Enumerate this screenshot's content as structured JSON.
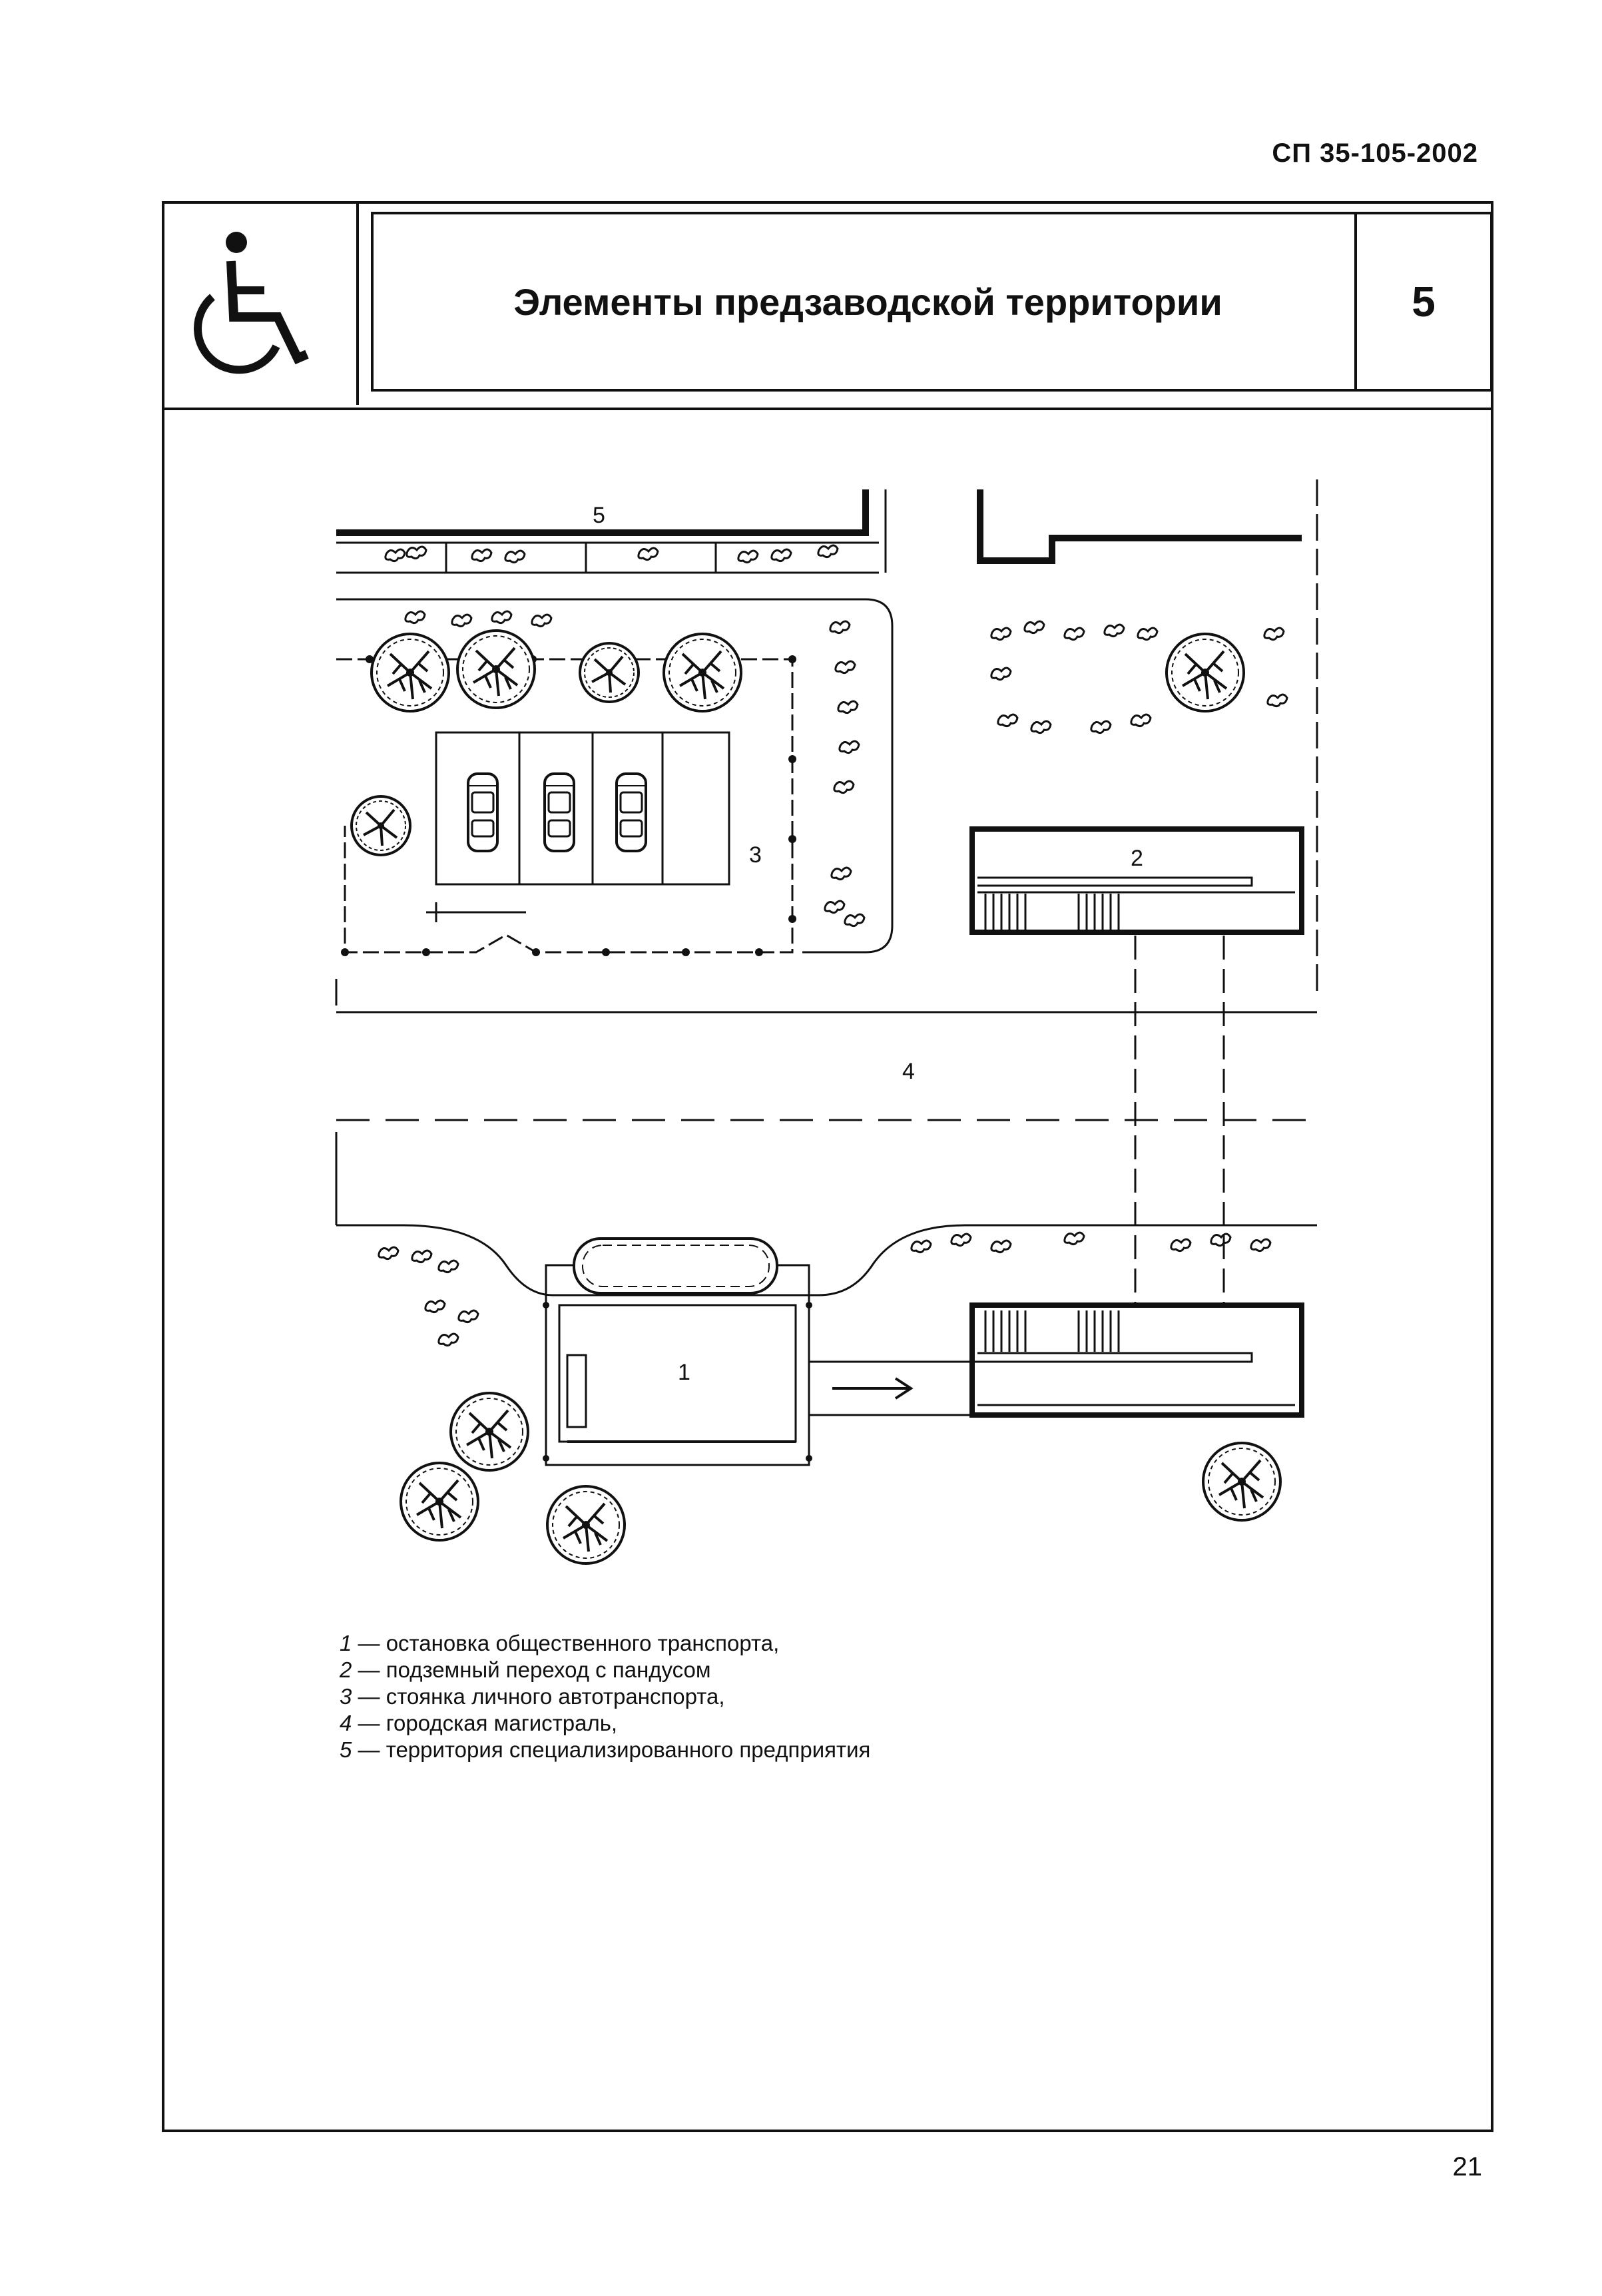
{
  "document_code": "СП 35-105-2002",
  "header": {
    "symbol": "wheelchair-icon",
    "title": "Элементы предзаводской территории",
    "section_number": "5"
  },
  "plan": {
    "labels": {
      "stop": "1",
      "underpass": "2",
      "parking": "3",
      "road": "4",
      "enterprise": "5"
    }
  },
  "legend": [
    {
      "num": "1",
      "text": " — остановка общественного транспорта,"
    },
    {
      "num": "2",
      "text": " — подземный переход с пандусом"
    },
    {
      "num": "3",
      "text": " — стоянка личного автотранспорта,"
    },
    {
      "num": "4",
      "text": " — городская магистраль,"
    },
    {
      "num": "5",
      "text": " — территория специализированного предприятия"
    }
  ],
  "page_number": "21"
}
